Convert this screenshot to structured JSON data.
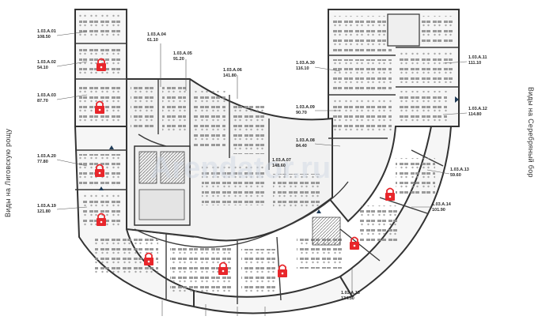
{
  "colors": {
    "wall": "#3a3a3a",
    "floor": "#f4f4f4",
    "furniture": "#777777",
    "lock": "#e8262b",
    "watermark": "#cfd8e3"
  },
  "side_labels": {
    "left": "Виды на Лиговскую рощу",
    "right": "Виды на Серебряный бор"
  },
  "units": [
    {
      "id": "1.03.A.01",
      "area": "108.50"
    },
    {
      "id": "1.03.A.02",
      "area": "54.10"
    },
    {
      "id": "1.03.A.03",
      "area": "87.70"
    },
    {
      "id": "1.03.A.04",
      "area": "61.10"
    },
    {
      "id": "1.03.A.05",
      "area": "91.20"
    },
    {
      "id": "1.03.A.06",
      "area": "141.80"
    },
    {
      "id": "1.03.A.07",
      "area": "148.60"
    },
    {
      "id": "1.03.A.08",
      "area": "84.40"
    },
    {
      "id": "1.03.A.09",
      "area": "90.70"
    },
    {
      "id": "1.03.A.30",
      "area": "116.10"
    },
    {
      "id": "1.03.A.11",
      "area": "111.10"
    },
    {
      "id": "1.03.A.12",
      "area": "114.80"
    },
    {
      "id": "1.03.A.13",
      "area": "59.60"
    },
    {
      "id": "1.03.A.14",
      "area": "101.90"
    },
    {
      "id": "1.03.A.15",
      "area": "134.50"
    },
    {
      "id": "1.03.A.19",
      "area": "121.80"
    },
    {
      "id": "1.03.A.20",
      "area": "77.80"
    }
  ],
  "locked_units": [
    "1.03.A.02",
    "1.03.A.03",
    "1.03.A.20",
    "1.03.A.19",
    "1.03.A.14"
  ],
  "legend_icon": "lock-icon"
}
